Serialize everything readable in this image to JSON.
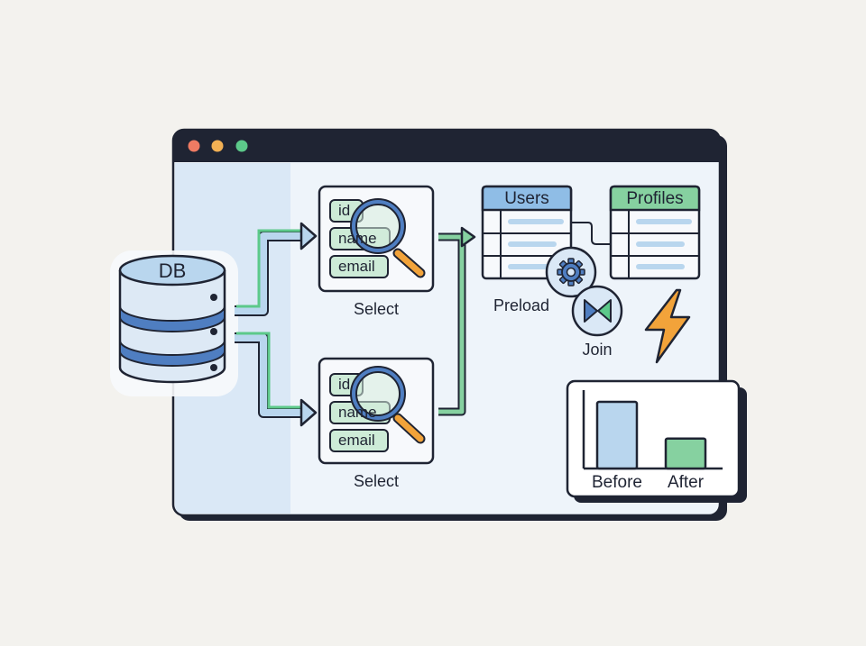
{
  "window": {
    "controls": [
      {
        "name": "close",
        "color": "#ef7b63"
      },
      {
        "name": "minimize",
        "color": "#f2b054"
      },
      {
        "name": "zoom",
        "color": "#5cc98a"
      }
    ]
  },
  "database": {
    "label": "DB"
  },
  "select_top": {
    "fields": [
      "id",
      "name",
      "email"
    ],
    "caption": "Select"
  },
  "select_bottom": {
    "fields": [
      "id",
      "name",
      "email"
    ],
    "caption": "Select"
  },
  "users_table": {
    "header": "Users"
  },
  "profiles_table": {
    "header": "Profiles"
  },
  "preload": {
    "caption": "Preload"
  },
  "join": {
    "caption": "Join"
  },
  "comparison": {
    "categories": [
      "Before",
      "After"
    ],
    "values": [
      1.0,
      0.45
    ],
    "colors": [
      "#b9d6ee",
      "#86d1a0"
    ]
  },
  "colors": {
    "outline": "#1f2433",
    "blue": "#4f7ec1",
    "light_blue": "#cfe2f3",
    "green": "#5cc98a",
    "light_green": "#cdebd7",
    "orange": "#f2a33a"
  }
}
